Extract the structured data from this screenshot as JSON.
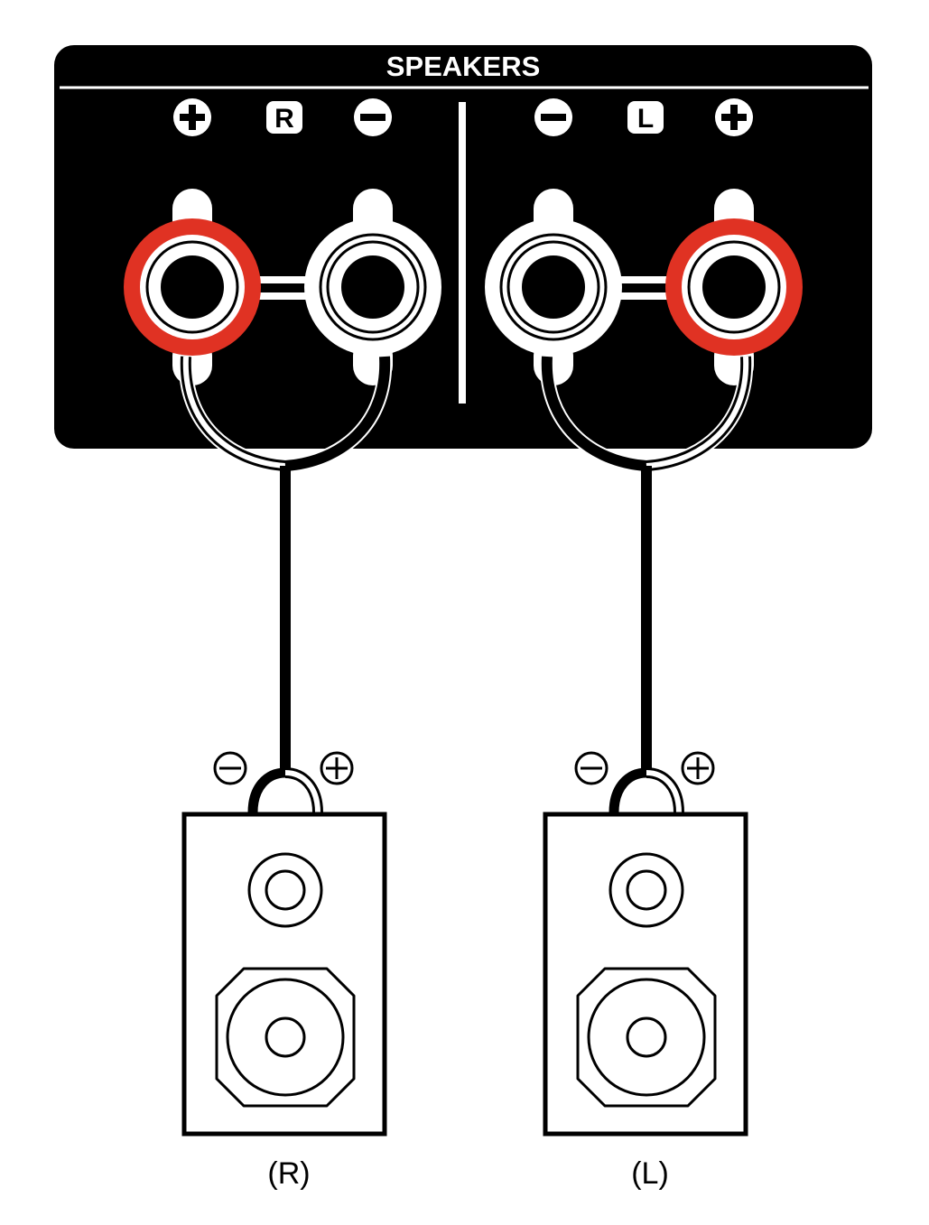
{
  "panel": {
    "title": "SPEAKERS",
    "right_channel": {
      "label": "R",
      "positive_sign": "+",
      "negative_sign": "−"
    },
    "left_channel": {
      "label": "L",
      "positive_sign": "+",
      "negative_sign": "−"
    }
  },
  "speakers": [
    {
      "caption": "(R)",
      "negative_sign": "−",
      "positive_sign": "+"
    },
    {
      "caption": "(L)",
      "negative_sign": "−",
      "positive_sign": "+"
    }
  ],
  "colors": {
    "panel": "#000000",
    "positive_terminal": "#e03223",
    "negative_terminal": "#ffffff",
    "line": "#000000",
    "background": "#ffffff"
  }
}
